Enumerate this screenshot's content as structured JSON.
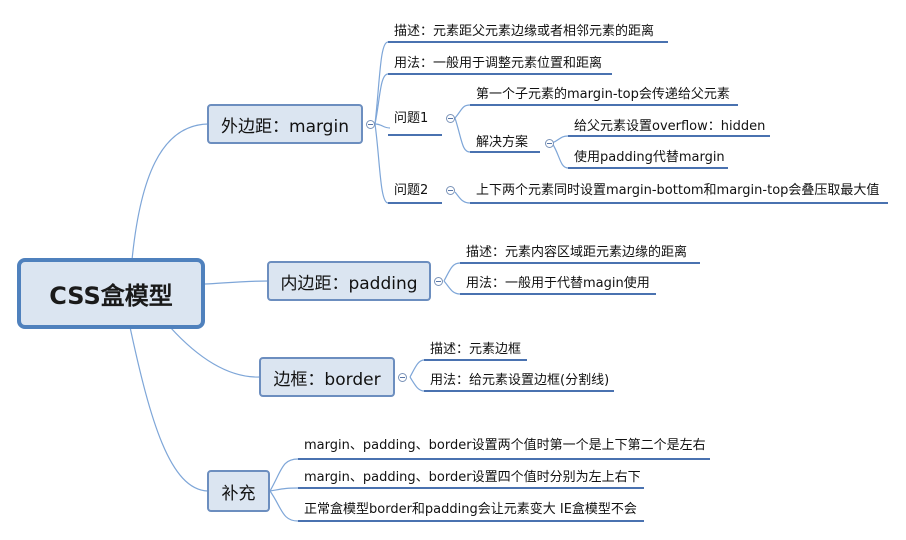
{
  "root": {
    "label": "CSS盒模型"
  },
  "branches": {
    "margin": {
      "label": "外边距：margin",
      "desc": "描述：元素距父元素边缘或者相邻元素的距离",
      "usage": "用法：一般用于调整元素位置和距离",
      "issue1": {
        "label": "问题1",
        "problem": "第一个子元素的margin-top会传递给父元素",
        "solution": {
          "label": "解决方案",
          "options": [
            "给父元素设置overflow：hidden",
            "使用padding代替margin"
          ]
        }
      },
      "issue2": {
        "label": "问题2",
        "problem": "上下两个元素同时设置margin-bottom和margin-top会叠压取最大值"
      }
    },
    "padding": {
      "label": "内边距：padding",
      "desc": "描述：元素内容区域距元素边缘的距离",
      "usage": "用法：一般用于代替magin使用"
    },
    "border": {
      "label": "边框：border",
      "desc": "描述：元素边框",
      "usage": "用法：给元素设置边框(分割线)"
    },
    "supplement": {
      "label": "补充",
      "items": [
        "margin、padding、border设置两个值时第一个是上下第二个是左右",
        "margin、padding、border设置四个值时分别为左上右下",
        "正常盒模型border和padding会让元素变大 IE盒模型不会"
      ]
    }
  },
  "colors": {
    "line": "#7ea6d8",
    "underline": "#4a72b0",
    "box_fill": "#dbe5f1",
    "box_border": "#4f81bd"
  }
}
